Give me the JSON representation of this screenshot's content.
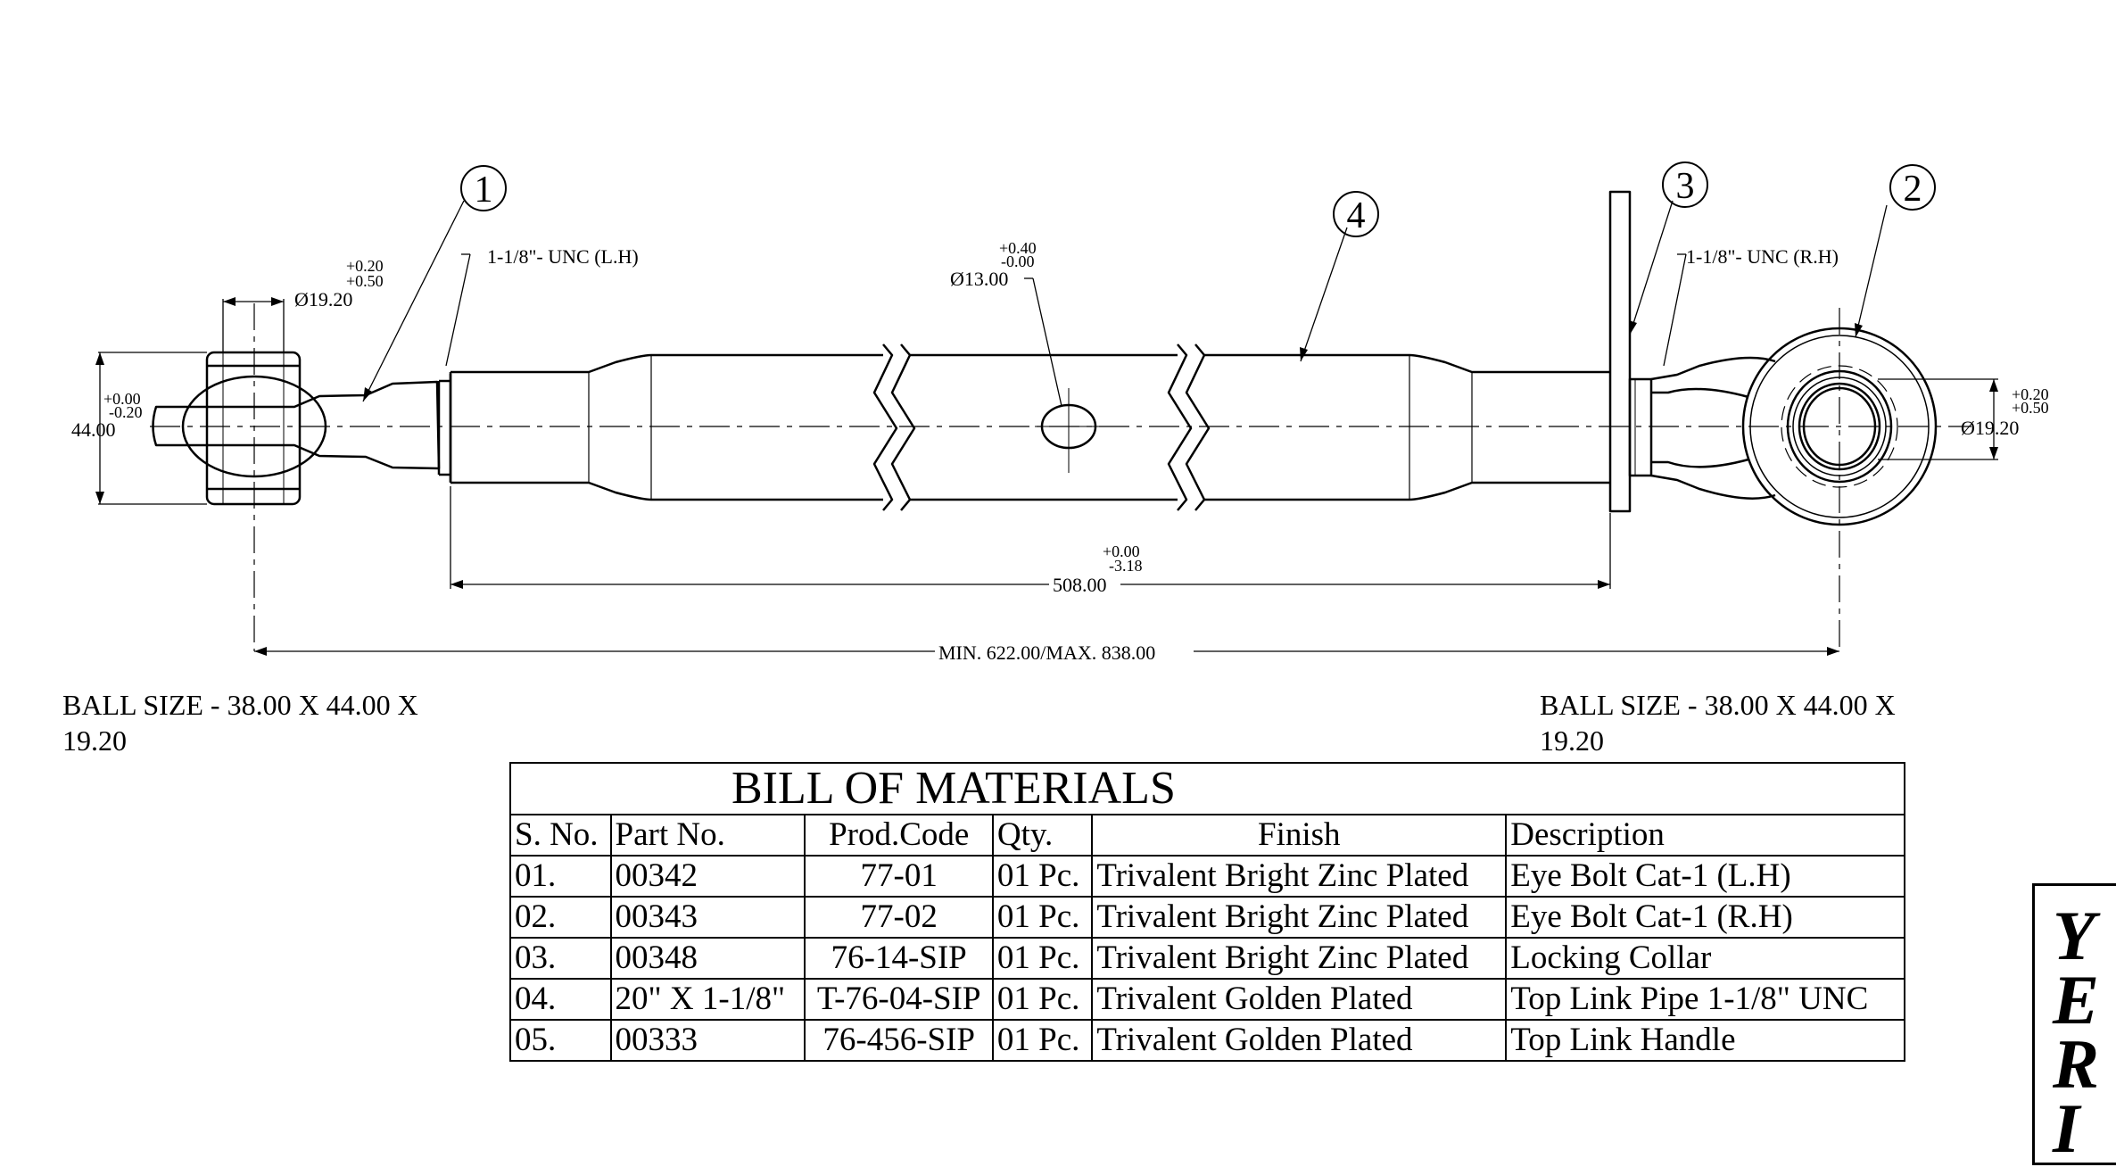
{
  "dimensions": {
    "ball_diameter_left": "Ø19.20",
    "ball_tol_left_plus": "+0.20",
    "ball_tol_left_minus": "+0.50",
    "height_value": "44.00",
    "height_tol_plus": "+0.00",
    "height_tol_minus": "-0.20",
    "thread_left": "1-1/8\"- UNC (L.H)",
    "hole_diameter": "Ø13.00",
    "hole_tol_plus": "+0.40",
    "hole_tol_minus": "-0.00",
    "thread_right": "1-1/8\"- UNC (R.H)",
    "ball_diameter_right": "Ø19.20",
    "ball_tol_right_plus": "+0.20",
    "ball_tol_right_minus": "+0.50",
    "pipe_length": "508.00",
    "pipe_tol_plus": "+0.00",
    "pipe_tol_minus": "-3.18",
    "overall_length": "MIN. 622.00/MAX. 838.00"
  },
  "callouts": [
    "1",
    "2",
    "3",
    "4"
  ],
  "ball_size_left": [
    "BALL SIZE - 38.00 X 44.00 X",
    "19.20"
  ],
  "ball_size_right": [
    "BALL SIZE - 38.00 X 44.00 X",
    "19.20"
  ],
  "bom": {
    "title": "BILL OF MATERIALS",
    "headers": [
      "S. No.",
      "Part No.",
      "Prod.Code",
      "Qty.",
      "Finish",
      "Description"
    ],
    "rows": [
      [
        "01.",
        "00342",
        "77-01",
        "01 Pc.",
        "Trivalent Bright Zinc Plated",
        "Eye Bolt Cat-1 (L.H)"
      ],
      [
        "02.",
        "00343",
        "77-02",
        "01 Pc.",
        "Trivalent Bright Zinc Plated",
        "Eye Bolt Cat-1 (R.H)"
      ],
      [
        "03.",
        "00348",
        "76-14-SIP",
        "01 Pc.",
        "Trivalent Bright Zinc Plated",
        "Locking Collar"
      ],
      [
        "04.",
        "20\" X 1-1/8\"",
        "T-76-04-SIP",
        "01 Pc.",
        "Trivalent Golden Plated",
        "Top Link Pipe 1-1/8\" UNC"
      ],
      [
        "05.",
        "00333",
        "76-456-SIP",
        "01 Pc.",
        "Trivalent Golden Plated",
        "Top Link Handle"
      ]
    ]
  },
  "title_block": {
    "logo_letters": [
      "Y",
      "E",
      "R",
      "I"
    ]
  }
}
